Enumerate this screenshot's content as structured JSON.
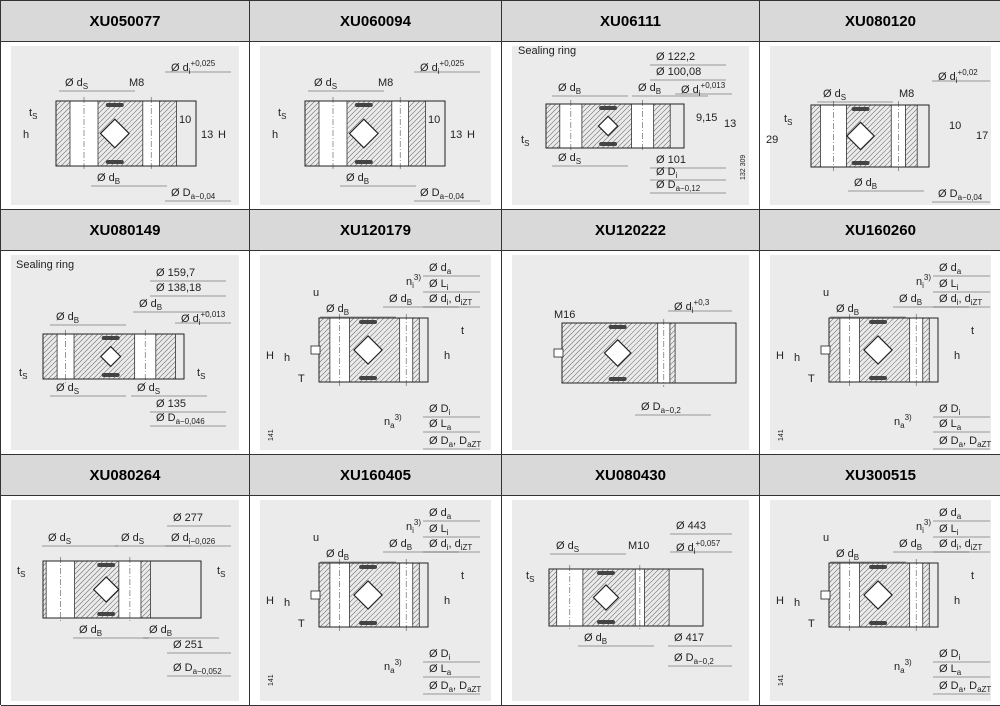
{
  "cells": [
    {
      "title": "XU050077",
      "labels": [
        {
          "m": "Ø d",
          "sub": "S"
        },
        {
          "m": "M8"
        },
        {
          "m": "Ø d",
          "sub": "i",
          "sup": "+0,025"
        },
        {
          "m": "t",
          "sub": "S"
        },
        {
          "m": "h"
        },
        {
          "m": "10"
        },
        {
          "m": "13"
        },
        {
          "m": "H"
        },
        {
          "m": "Ø d",
          "sub": "B"
        },
        {
          "m": "Ø D",
          "sub": "a−0,04"
        }
      ]
    },
    {
      "title": "XU060094",
      "labels": [
        {
          "m": "Ø d",
          "sub": "S"
        },
        {
          "m": "M8"
        },
        {
          "m": "Ø d",
          "sub": "i",
          "sup": "+0,025"
        },
        {
          "m": "t",
          "sub": "S"
        },
        {
          "m": "h"
        },
        {
          "m": "10"
        },
        {
          "m": "13"
        },
        {
          "m": "H"
        },
        {
          "m": "Ø d",
          "sub": "B"
        },
        {
          "m": "Ø D",
          "sub": "a−0,04"
        }
      ]
    },
    {
      "title": "XU06111",
      "labels": [
        {
          "m": "Sealing ring"
        },
        {
          "m": "Ø 122,2"
        },
        {
          "m": "Ø 100,08"
        },
        {
          "m": "Ø d",
          "sub": "B"
        },
        {
          "m": "Ø d",
          "sub": "B"
        },
        {
          "m": "Ø d",
          "sub": "i",
          "sup": "+0,013"
        },
        {
          "m": "9,15"
        },
        {
          "m": "13"
        },
        {
          "m": "t",
          "sub": "S"
        },
        {
          "m": "Ø d",
          "sub": "S"
        },
        {
          "m": "Ø 101"
        },
        {
          "m": "Ø D",
          "sub": "i"
        },
        {
          "m": "Ø D",
          "sub": "a−0,12"
        },
        {
          "m": "132 309"
        }
      ]
    },
    {
      "title": "XU080120",
      "labels": [
        {
          "m": "Ø d",
          "sub": "i",
          "sup": "+0,02"
        },
        {
          "m": "Ø d",
          "sub": "S"
        },
        {
          "m": "M8"
        },
        {
          "m": "t",
          "sub": "S"
        },
        {
          "m": "29"
        },
        {
          "m": "10"
        },
        {
          "m": "17"
        },
        {
          "m": "Ø d",
          "sub": "B"
        },
        {
          "m": "Ø D",
          "sub": "a−0,04"
        }
      ]
    },
    {
      "title": "XU080149",
      "labels": [
        {
          "m": "Sealing ring"
        },
        {
          "m": "Ø 159,7"
        },
        {
          "m": "Ø 138,18"
        },
        {
          "m": "Ø d",
          "sub": "B"
        },
        {
          "m": "Ø d",
          "sub": "B"
        },
        {
          "m": "Ø d",
          "sub": "i",
          "sup": "+0,013"
        },
        {
          "m": "t",
          "sub": "S"
        },
        {
          "m": "t",
          "sub": "S"
        },
        {
          "m": "Ø d",
          "sub": "S"
        },
        {
          "m": "Ø d",
          "sub": "S"
        },
        {
          "m": "Ø 135"
        },
        {
          "m": "Ø D",
          "sub": "a−0,046"
        }
      ]
    },
    {
      "title": "XU120179",
      "labels": [
        {
          "m": "Ø d",
          "sub": "a"
        },
        {
          "m": "n",
          "sub": "i",
          "sup": "3)"
        },
        {
          "m": "Ø L",
          "sub": "i"
        },
        {
          "m": "Ø d",
          "sub": "B"
        },
        {
          "m": "Ø d",
          "sub": "i",
          "m2": ", d",
          "sub2": "iZT"
        },
        {
          "m": "u"
        },
        {
          "m": "Ø d",
          "sub": "B"
        },
        {
          "m": "H"
        },
        {
          "m": "h"
        },
        {
          "m": "T"
        },
        {
          "m": "t"
        },
        {
          "m": "h"
        },
        {
          "m": "Ø D",
          "sub": "i"
        },
        {
          "m": "n",
          "sub": "a",
          "sup": "3)"
        },
        {
          "m": "Ø L",
          "sub": "a"
        },
        {
          "m": "Ø D",
          "sub": "a",
          "m2": ", D",
          "sub2": "aZT"
        },
        {
          "m": "141"
        }
      ]
    },
    {
      "title": "XU120222",
      "labels": [
        {
          "m": "M16"
        },
        {
          "m": "Ø d",
          "sub": "i",
          "sup": "+0,3"
        },
        {
          "m": "Ø D",
          "sub": "a−0,2"
        }
      ]
    },
    {
      "title": "XU160260",
      "labels": [
        {
          "m": "Ø d",
          "sub": "a"
        },
        {
          "m": "n",
          "sub": "i",
          "sup": "3)"
        },
        {
          "m": "Ø L",
          "sub": "i"
        },
        {
          "m": "Ø d",
          "sub": "B"
        },
        {
          "m": "Ø d",
          "sub": "i",
          "m2": ", d",
          "sub2": "iZT"
        },
        {
          "m": "u"
        },
        {
          "m": "Ø d",
          "sub": "B"
        },
        {
          "m": "H"
        },
        {
          "m": "h"
        },
        {
          "m": "T"
        },
        {
          "m": "t"
        },
        {
          "m": "h"
        },
        {
          "m": "Ø D",
          "sub": "i"
        },
        {
          "m": "n",
          "sub": "a",
          "sup": "3)"
        },
        {
          "m": "Ø L",
          "sub": "a"
        },
        {
          "m": "Ø D",
          "sub": "a",
          "m2": ", D",
          "sub2": "aZT"
        },
        {
          "m": "141"
        }
      ]
    },
    {
      "title": "XU080264",
      "labels": [
        {
          "m": "Ø 277"
        },
        {
          "m": "Ø d",
          "sub": "S"
        },
        {
          "m": "Ø d",
          "sub": "S"
        },
        {
          "m": "Ø d",
          "sub": "i−0,026"
        },
        {
          "m": "t",
          "sub": "S"
        },
        {
          "m": "t",
          "sub": "S"
        },
        {
          "m": "Ø d",
          "sub": "B"
        },
        {
          "m": "Ø d",
          "sub": "B"
        },
        {
          "m": "Ø 251"
        },
        {
          "m": "Ø D",
          "sub": "a−0,052"
        }
      ]
    },
    {
      "title": "XU160405",
      "labels": [
        {
          "m": "Ø d",
          "sub": "a"
        },
        {
          "m": "n",
          "sub": "i",
          "sup": "3)"
        },
        {
          "m": "Ø L",
          "sub": "i"
        },
        {
          "m": "Ø d",
          "sub": "B"
        },
        {
          "m": "Ø d",
          "sub": "i",
          "m2": ", d",
          "sub2": "iZT"
        },
        {
          "m": "u"
        },
        {
          "m": "Ø d",
          "sub": "B"
        },
        {
          "m": "H"
        },
        {
          "m": "h"
        },
        {
          "m": "T"
        },
        {
          "m": "t"
        },
        {
          "m": "h"
        },
        {
          "m": "Ø D",
          "sub": "i"
        },
        {
          "m": "n",
          "sub": "a",
          "sup": "3)"
        },
        {
          "m": "Ø L",
          "sub": "a"
        },
        {
          "m": "Ø D",
          "sub": "a",
          "m2": ", D",
          "sub2": "aZT"
        },
        {
          "m": "141"
        }
      ]
    },
    {
      "title": "XU080430",
      "labels": [
        {
          "m": "Ø 443"
        },
        {
          "m": "Ø d",
          "sub": "S"
        },
        {
          "m": "M10"
        },
        {
          "m": "Ø d",
          "sub": "i",
          "sup": "+0,057"
        },
        {
          "m": "t",
          "sub": "S"
        },
        {
          "m": "Ø d",
          "sub": "B"
        },
        {
          "m": "Ø 417"
        },
        {
          "m": "Ø D",
          "sub": "a−0,2"
        }
      ]
    },
    {
      "title": "XU300515",
      "labels": [
        {
          "m": "Ø d",
          "sub": "a"
        },
        {
          "m": "n",
          "sub": "i",
          "sup": "3)"
        },
        {
          "m": "Ø L",
          "sub": "i"
        },
        {
          "m": "Ø d",
          "sub": "B"
        },
        {
          "m": "Ø d",
          "sub": "i",
          "m2": ", d",
          "sub2": "iZT"
        },
        {
          "m": "u"
        },
        {
          "m": "Ø d",
          "sub": "B"
        },
        {
          "m": "H"
        },
        {
          "m": "h"
        },
        {
          "m": "T"
        },
        {
          "m": "t"
        },
        {
          "m": "h"
        },
        {
          "m": "Ø D",
          "sub": "i"
        },
        {
          "m": "n",
          "sub": "a",
          "sup": "3)"
        },
        {
          "m": "Ø L",
          "sub": "a"
        },
        {
          "m": "Ø D",
          "sub": "a",
          "m2": ", D",
          "sub2": "aZT"
        },
        {
          "m": "141"
        }
      ]
    }
  ]
}
